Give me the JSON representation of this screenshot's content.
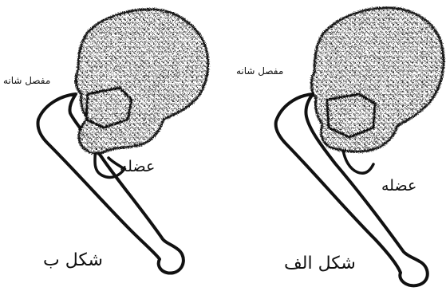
{
  "labels": {
    "left": {
      "joint": "مفصل شانه",
      "muscle": "عضله",
      "figure": "شکل ب"
    },
    "right": {
      "joint": "مفصل شانه",
      "muscle": "عضله",
      "figure": "شکل الف"
    }
  },
  "colors": {
    "ink": "#111111",
    "background": "#ffffff"
  }
}
